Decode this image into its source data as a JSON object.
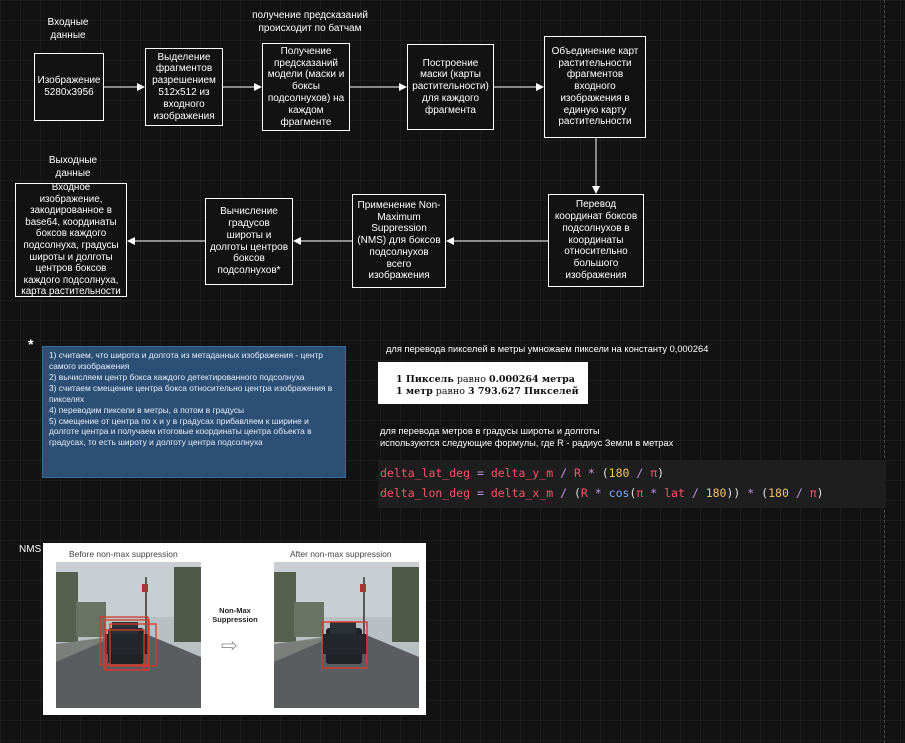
{
  "labels": {
    "input_data": "Входные данные",
    "batch_note": "получение предсказаний происходит по батчам",
    "output_data": "Выходные данные"
  },
  "boxes": {
    "image": "Изображение 5280x3956",
    "fragments": "Выделение фрагментов разрешением 512x512 из входного изображения",
    "predictions": "Получение предсказаний модели (маски и боксы подсолнухов) на каждом фрагменте",
    "mask": "Построение маски (карты растительности) для каждого фрагмента",
    "merge": "Объединение карт растительности фрагментов входного изображения в единую карту растительности",
    "transform": "Перевод координат боксов подсолнухов в координаты относительно большого изображения",
    "nms": "Применение Non-Maximum Suppression (NMS) для боксов подсолнухов всего изображения",
    "gps": "Вычисление градусов широты и долготы центров боксов подсолнухов*",
    "output": "Входное изображение, закодированное в base64, координаты боксов каждого подсолнуха, градусы широты и долготы центров боксов каждого подсолнуха, карта растительности"
  },
  "notes": {
    "star": "*",
    "items": [
      "1) считаем, что широта и долгота из метаданных изображения - центр самого изображения",
      "2) вычисляем центр бокса каждого детектированного подсолнуха",
      "3) считаем смещение центра бокса относительно центра изображения в пикселях",
      "4) переводим пиксели в метры, а потом в градусы",
      "5) смещение от центра по x и y в градусах прибавляем к ширине и долготе центра и получаем итоговые координаты центра объекта в градусах, то есть широту и долготу центра подсолнуха"
    ]
  },
  "conversion": {
    "pixels_note": "для перевода пикселей в метры умножаем пиксели на константу 0,000264",
    "line1_a": "1 Пиксель",
    "line1_b": "равно",
    "line1_c": "0.000264 метра",
    "line2_a": "1 метр",
    "line2_b": "равно",
    "line2_c": "3 793.627 Пикселей",
    "degrees_note_1": "для перевода метров в градусы широты и долготы",
    "degrees_note_2": "используются следующие формулы, где R - радиус Земли в метрах"
  },
  "nms_section": {
    "title": "NMS",
    "before_caption": "Before non-max suppression",
    "after_caption": "After non-max suppression",
    "middle_label": "Non-Max Suppression"
  }
}
